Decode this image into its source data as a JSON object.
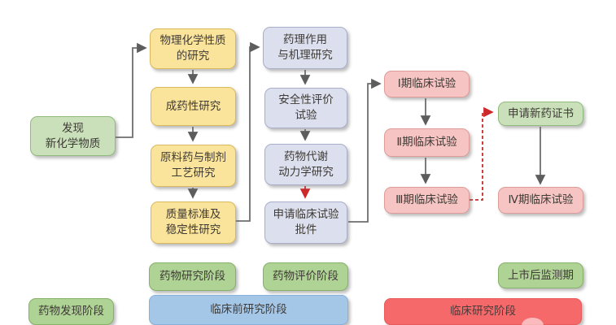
{
  "palette": {
    "yellow_fill": "#FAE49C",
    "yellow_border": "#D8B95E",
    "blue_fill": "#DCE0EE",
    "blue_border": "#A8AEC9",
    "pink_fill": "#F6C5C3",
    "pink_border": "#DE9C99",
    "green_fill": "#C9E0BA",
    "green_border": "#90BB7D",
    "stage_green_fill": "#AFD295",
    "stage_green_border": "#86B169",
    "bar_blue_fill": "#A5C7E7",
    "bar_red_fill": "#F5696B",
    "arrow_gray": "#6E6E6E",
    "arrow_red_dashed": "#CC2A2A",
    "text": "#3E3A35"
  },
  "nodes": {
    "discovery": "发现\n新化学物质",
    "physchem": "物理化学性质\n的研究",
    "druggability": "成药性研究",
    "api_process": "原料药与制剂\n工艺研究",
    "quality": "质量标准及\n稳定性研究",
    "pharmacology": "药理作用\n与机理研究",
    "safety": "安全性评价\n试验",
    "pharmacokinetics": "药物代谢\n动力学研究",
    "ind_application": "申请临床试验\n批件",
    "phase1": "Ⅰ期临床试验",
    "phase2": "Ⅱ期临床试验",
    "phase3": "Ⅲ期临床试验",
    "nda_application": "申请新药证书",
    "phase4": "Ⅳ期临床试验"
  },
  "stage_labels": {
    "research": "药物研究阶段",
    "evaluation": "药物评价阶段",
    "post_market": "上市后监测期",
    "discovery": "药物发现阶段",
    "preclinical": "临床前研究阶段",
    "clinical": "临床研究阶段"
  }
}
